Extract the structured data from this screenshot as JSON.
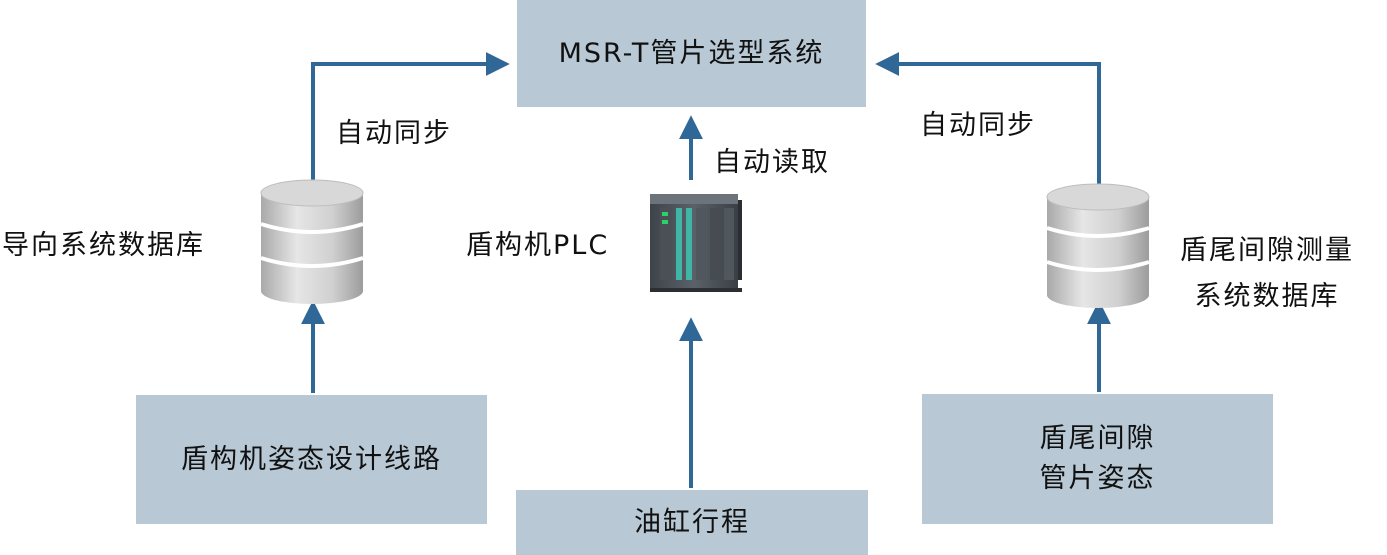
{
  "top_box": {
    "title": "MSR-T管片选型系统"
  },
  "bottom_left_box": {
    "title": "盾构机姿态设计线路"
  },
  "bottom_center_box": {
    "title": "油缸行程"
  },
  "bottom_right_box": {
    "lines": [
      "盾尾间隙",
      "管片姿态"
    ]
  },
  "labels": {
    "sync_left": "自动同步",
    "auto_read": "自动读取",
    "sync_right": "自动同步",
    "guide_db": "导向系统数据库",
    "plc": "盾构机PLC",
    "tail_db_lines": [
      "盾尾间隙测量",
      "系统数据库"
    ]
  },
  "colors": {
    "box_fill": "#b8c9d5",
    "arrow": "#2f6797",
    "database": "#c8c8c8"
  },
  "icons": {
    "left_database": "database-icon",
    "right_database": "database-icon",
    "plc": "plc-device-icon"
  }
}
